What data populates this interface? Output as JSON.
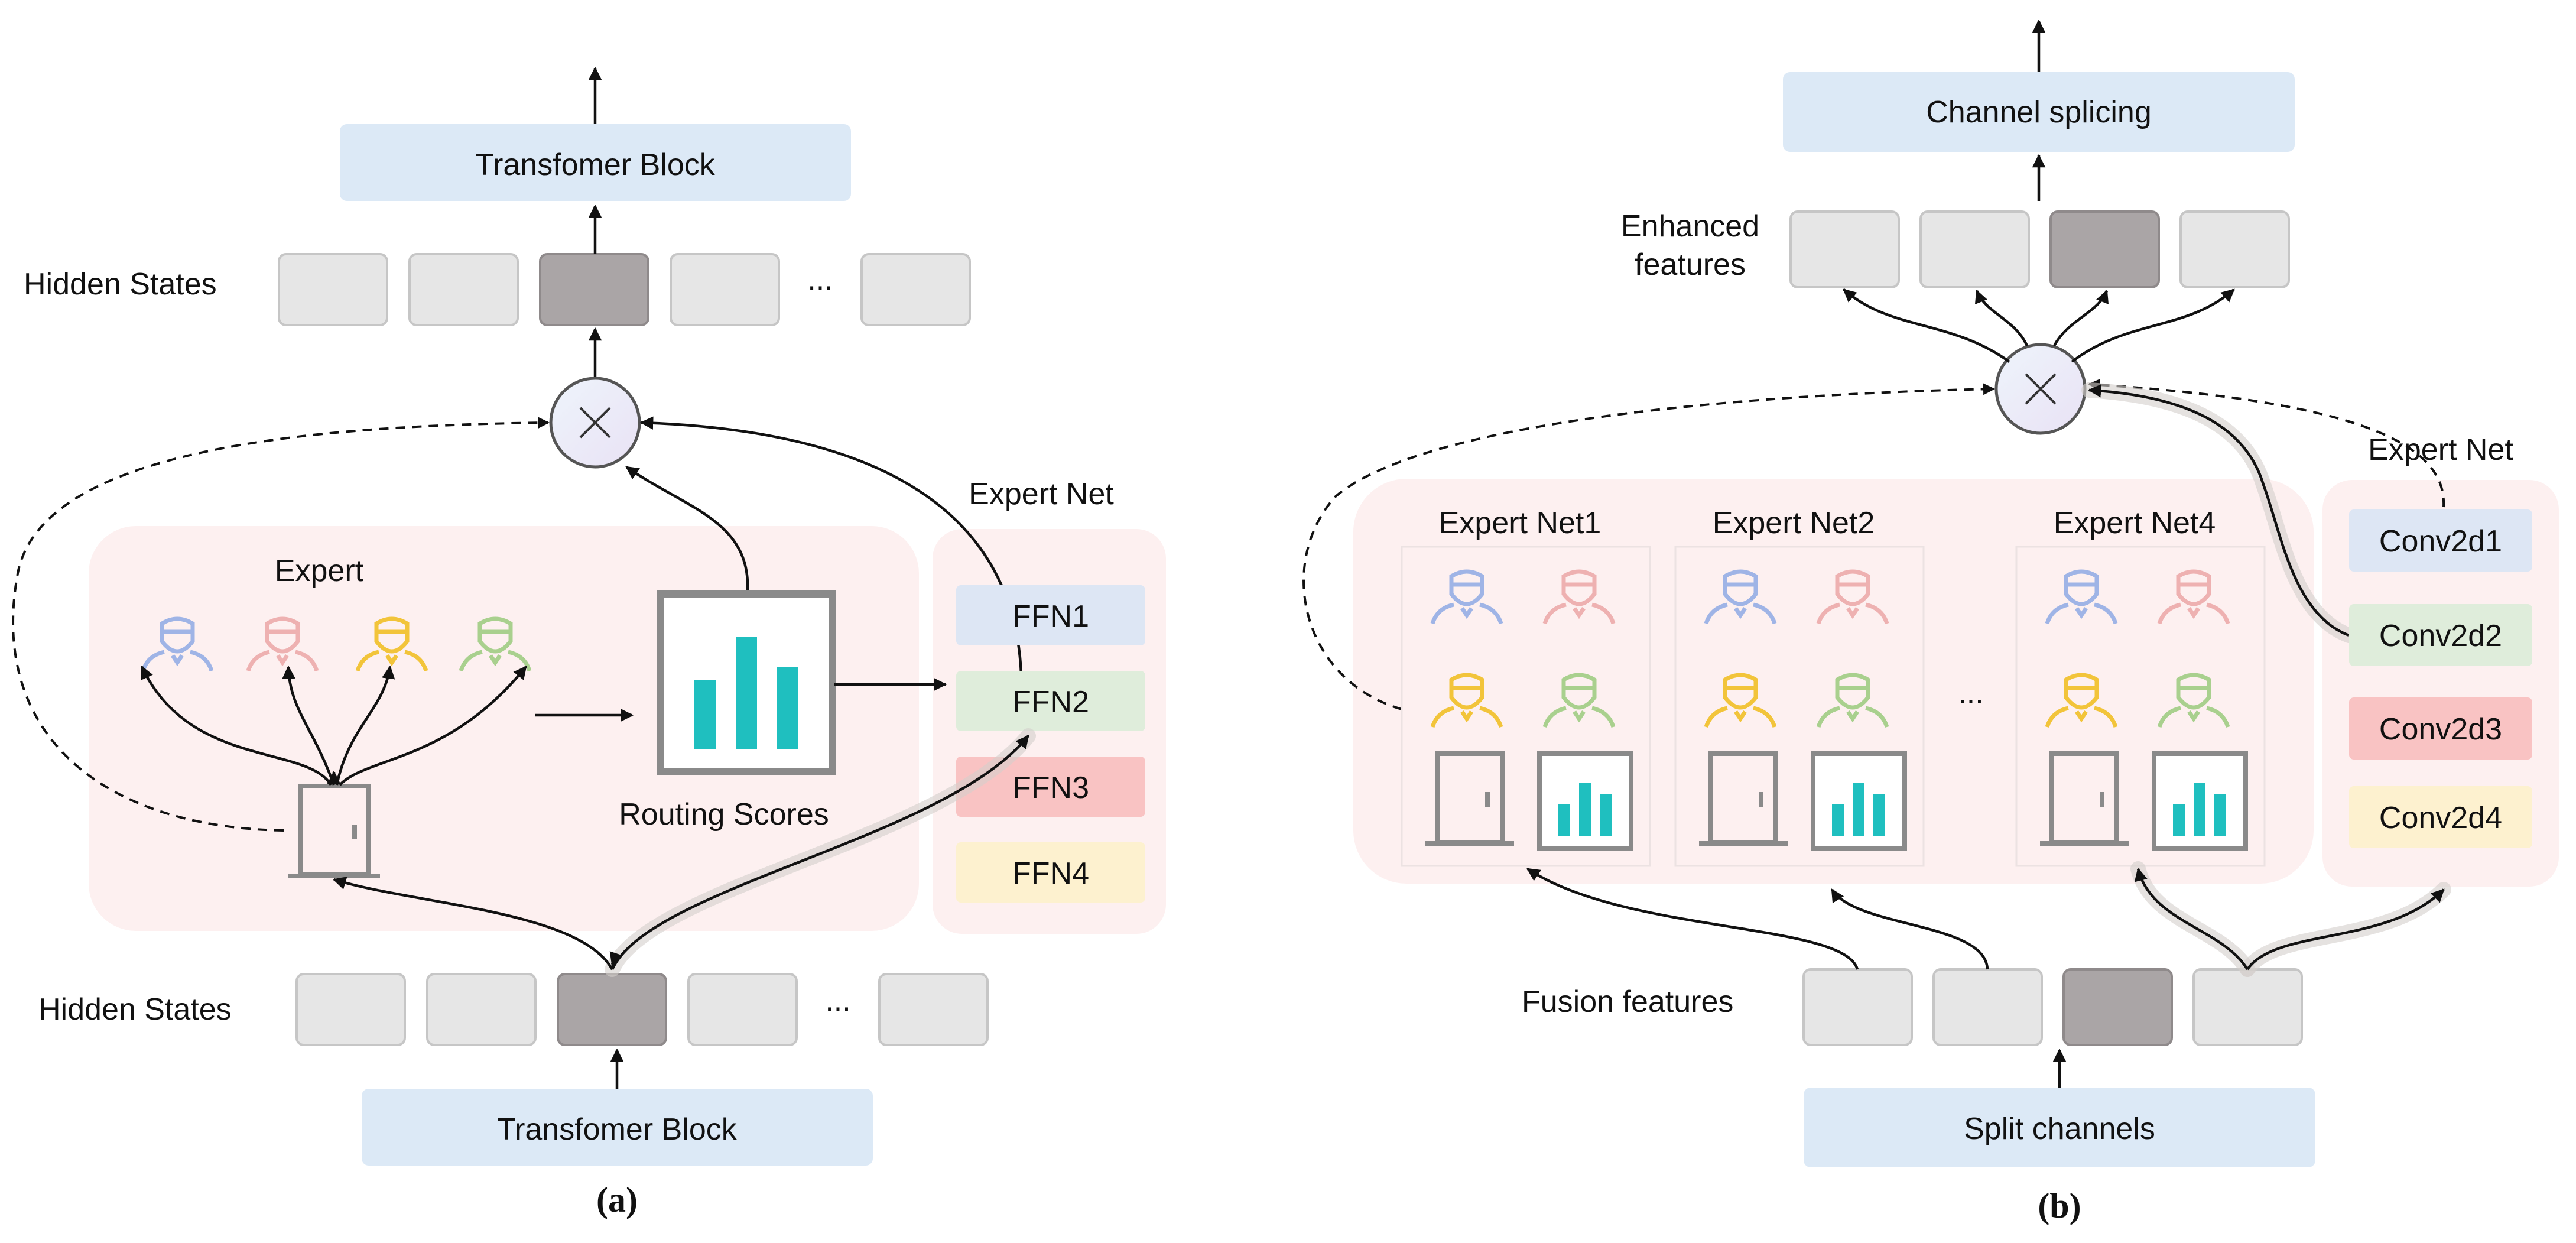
{
  "panel_a": {
    "caption": "(a)",
    "top_block": "Transfomer Block",
    "bottom_block": "Transfomer Block",
    "hidden_states_top": "Hidden States",
    "hidden_states_bottom": "Hidden States",
    "ellipsis": "...",
    "expert_label": "Expert",
    "routing_scores": "Routing Scores",
    "expert_net_title": "Expert Net",
    "ffn": [
      "FFN1",
      "FFN2",
      "FFN3",
      "FFN4"
    ]
  },
  "panel_b": {
    "caption": "(b)",
    "top_block": "Channel splicing",
    "bottom_block": "Split channels",
    "enhanced_features": [
      "Enhanced",
      "features"
    ],
    "fusion_features": "Fusion features",
    "expert_nets": [
      "Expert Net1",
      "Expert Net2",
      "Expert Net4"
    ],
    "ellipsis": "...",
    "expert_net_title": "Expert Net",
    "conv": [
      "Conv2d1",
      "Conv2d2",
      "Conv2d3",
      "Conv2d4"
    ]
  },
  "colors": {
    "blue_block": "#dce9f6",
    "pink_panel": "#fdf0f0",
    "state_light": "#e6e6e6",
    "state_dark": "#aaa5a6",
    "teal_bars": "#1fbfbf",
    "expert_blue": "#9fb4e6",
    "expert_pink": "#eeb1b1",
    "expert_yellow": "#f2c43a",
    "expert_green": "#a9d08e",
    "ffn1": "#dde6f4",
    "ffn2": "#dfeddb",
    "ffn3": "#f9c3c3",
    "ffn4": "#fdf1cf"
  },
  "icons": [
    "expert-person-icon",
    "router-door-icon",
    "bar-chart-icon",
    "multiply-icon"
  ]
}
